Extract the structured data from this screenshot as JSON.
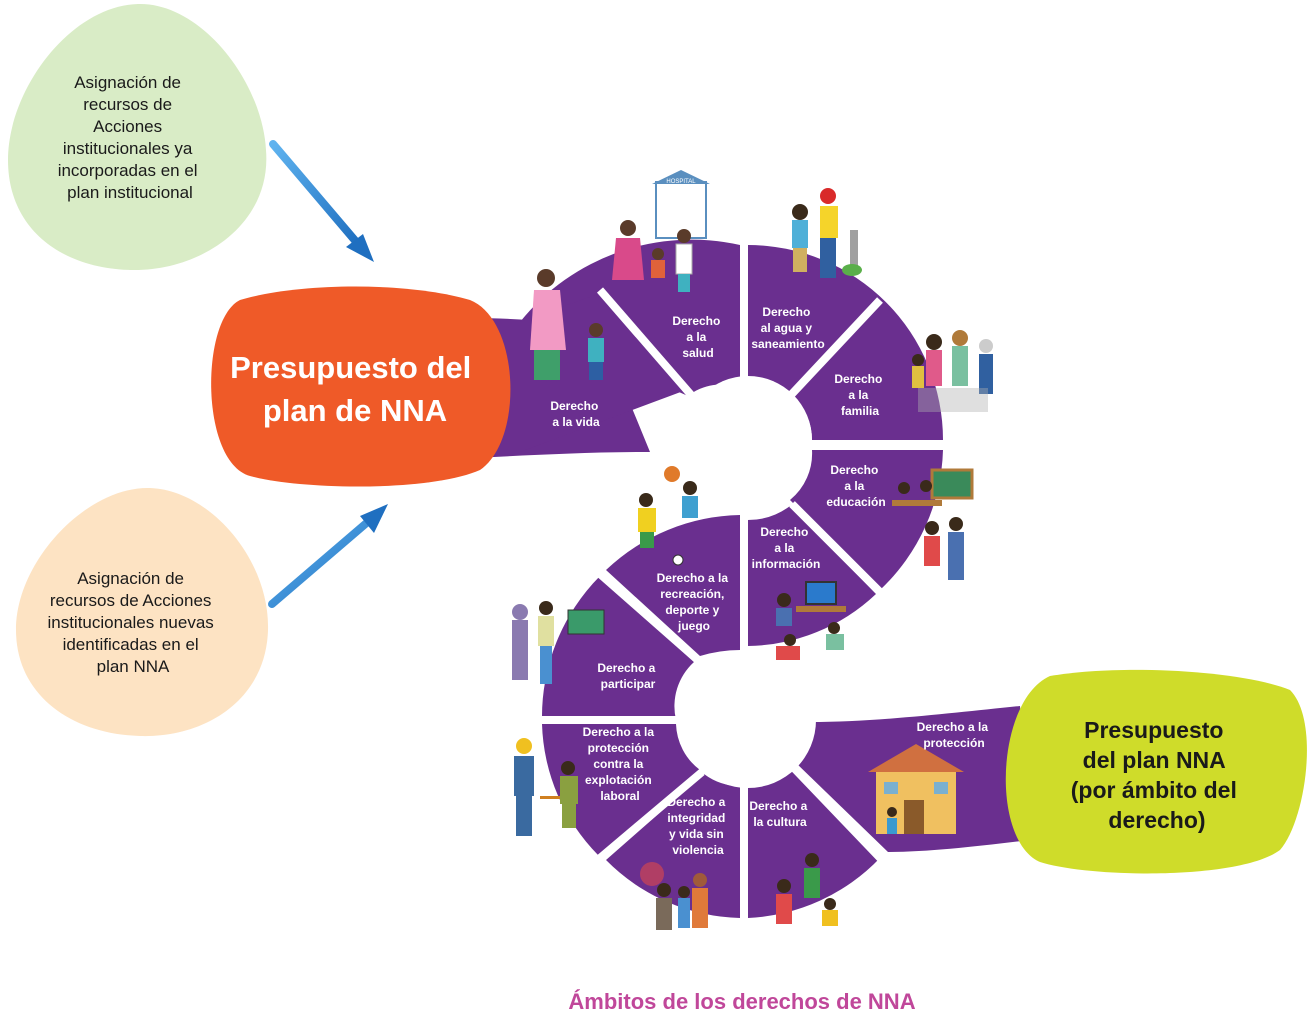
{
  "blobs": {
    "existing_resources": "Asignación de recursos de Acciones institucionales ya incorporadas en el plan institucional",
    "new_resources": "Asignación de recursos de Acciones institucionales nuevas identificadas en el plan NNA",
    "budget_input": "Presupuesto del plan de NNA",
    "budget_output": "Presupuesto del plan NNA (por ámbito del derecho)"
  },
  "rights": {
    "vida": "Derecho a la vida",
    "salud": "Derecho a la salud",
    "agua": "Derecho al agua y saneamiento",
    "familia": "Derecho a la familia",
    "educacion": "Derecho a la educación",
    "informacion": "Derecho a la información",
    "recreacion": "Derecho a la recreación, deporte y juego",
    "participar": "Derecho a participar",
    "explotacion": "Derecho a la protección contra la explotación laboral",
    "integridad": "Derecho a integridad y vida sin violencia",
    "cultura": "Derecho a la cultura",
    "proteccion": "Derecho a la protección"
  },
  "illustrations": {
    "hospital_sign": "HOSPITAL"
  },
  "caption": "Ámbitos de los derechos de NNA",
  "colors": {
    "purple": "#6a2f8f",
    "orange": "#ef5a28",
    "green_blob": "#d9ecc6",
    "peach_blob": "#fde3c3",
    "lime_blob": "#cfdc2a",
    "arrow_blue": "#3b8fd8",
    "caption": "#c0479a"
  }
}
